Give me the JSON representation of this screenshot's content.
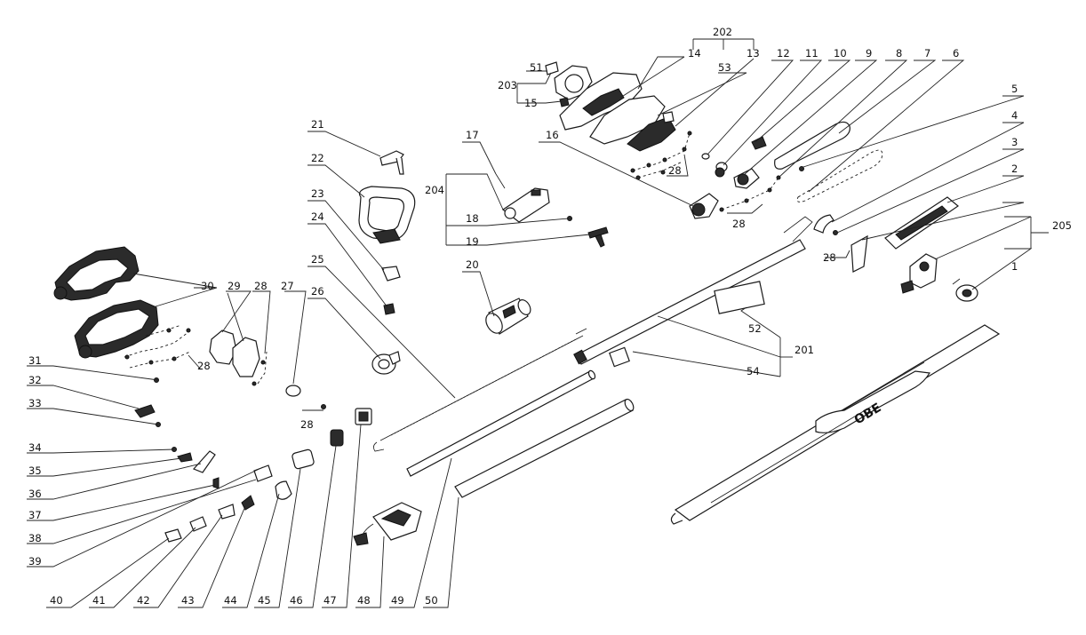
{
  "diagram": {
    "callouts": [
      "1",
      "2",
      "3",
      "4",
      "5",
      "6",
      "7",
      "8",
      "9",
      "10",
      "11",
      "12",
      "13",
      "14",
      "15",
      "16",
      "17",
      "18",
      "19",
      "20",
      "21",
      "22",
      "23",
      "24",
      "25",
      "26",
      "27",
      "28",
      "29",
      "30",
      "31",
      "32",
      "33",
      "34",
      "35",
      "36",
      "37",
      "38",
      "39",
      "40",
      "41",
      "42",
      "43",
      "44",
      "45",
      "46",
      "47",
      "48",
      "49",
      "50",
      "51",
      "52",
      "53",
      "54"
    ],
    "assembly_callouts": [
      "201",
      "202",
      "203",
      "204",
      "205"
    ],
    "pole_label": "OBE"
  }
}
